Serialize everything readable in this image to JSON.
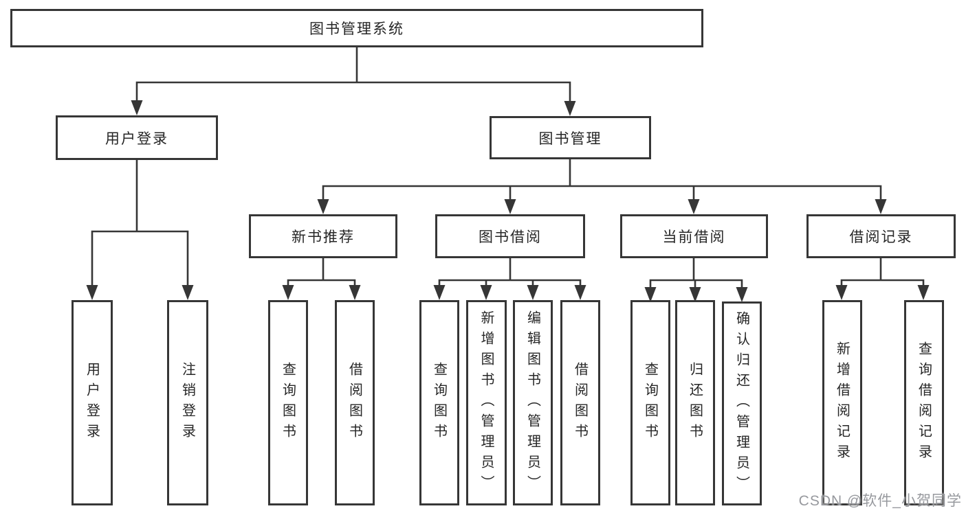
{
  "diagram": {
    "root": {
      "label": "图书管理系统"
    },
    "branches": [
      {
        "label": "用户登录",
        "children": [
          {
            "label": "用户登录"
          },
          {
            "label": "注销登录"
          }
        ]
      },
      {
        "label": "图书管理",
        "children": [
          {
            "label": "新书推荐",
            "children": [
              {
                "label": "查询图书"
              },
              {
                "label": "借阅图书"
              }
            ]
          },
          {
            "label": "图书借阅",
            "children": [
              {
                "label": "查询图书"
              },
              {
                "label": "新增图书（管理员）"
              },
              {
                "label": "编辑图书（管理员）"
              },
              {
                "label": "借阅图书"
              }
            ]
          },
          {
            "label": "当前借阅",
            "children": [
              {
                "label": "查询图书"
              },
              {
                "label": "归还图书"
              },
              {
                "label": "确认归还（管理员）"
              }
            ]
          },
          {
            "label": "借阅记录",
            "children": [
              {
                "label": "新增借阅记录"
              },
              {
                "label": "查询借阅记录"
              }
            ]
          }
        ]
      }
    ]
  },
  "watermark": {
    "text": "CSDN @软件_小贺同学"
  },
  "colors": {
    "line": "#363636",
    "box_border": "#363636",
    "text": "#262626",
    "background": "#ffffff",
    "watermark": "#97999e"
  }
}
